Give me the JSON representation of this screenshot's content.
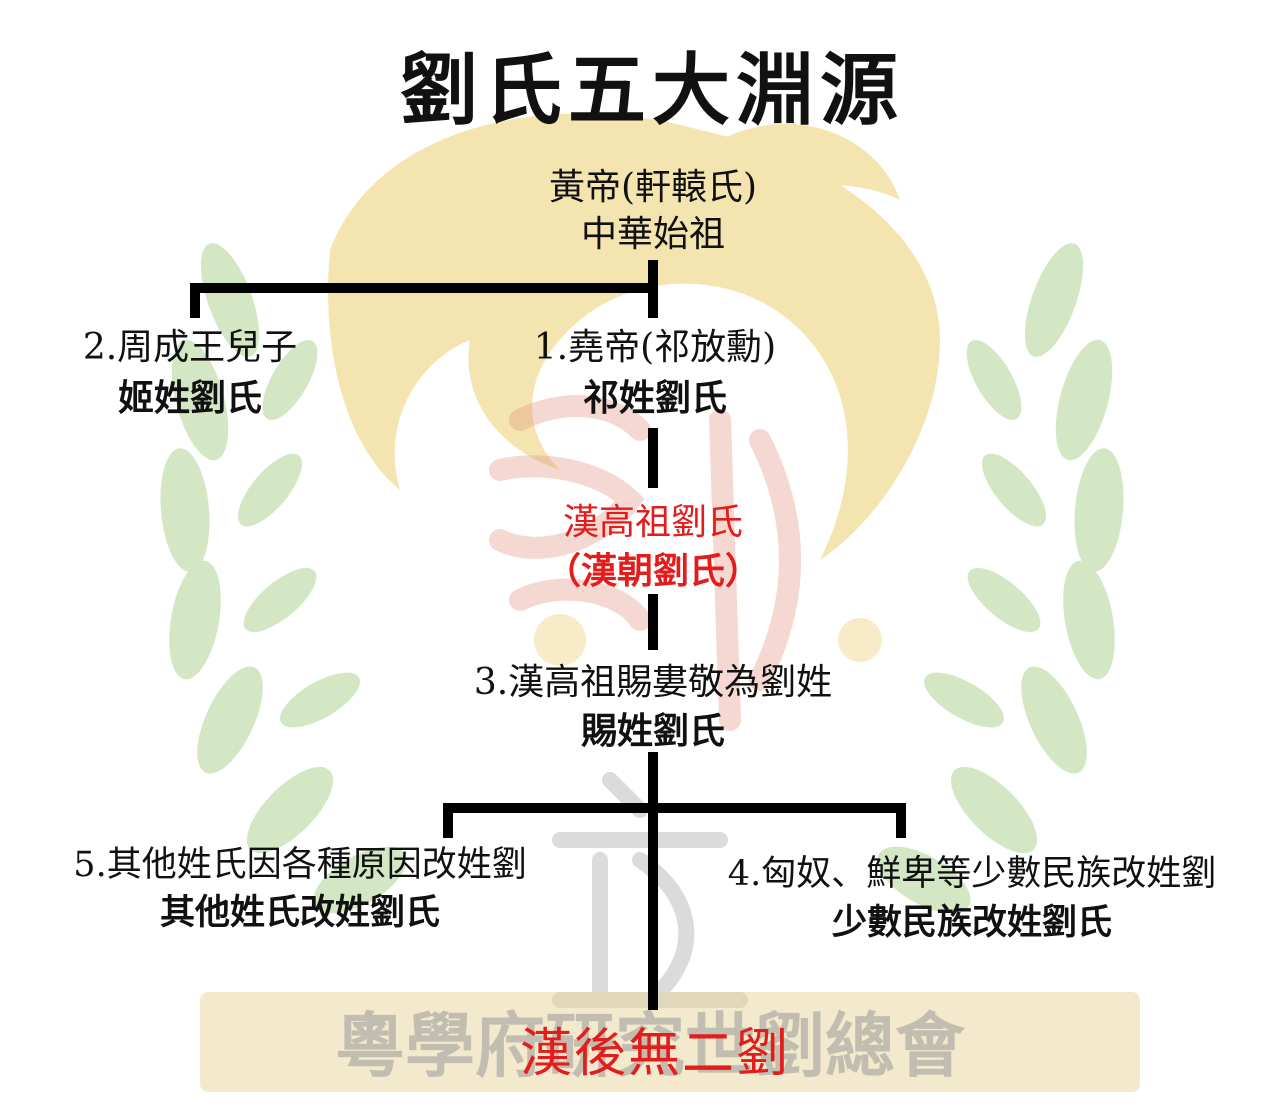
{
  "title": "劉氏五大淵源",
  "root": {
    "line1": "黃帝(軒轅氏)",
    "line2": "中華始祖"
  },
  "branch1": {
    "line1": "1.堯帝(祁放勳)",
    "line2": "祁姓劉氏"
  },
  "branch2": {
    "line1": "2.周成王兒子",
    "line2": "姬姓劉氏"
  },
  "han": {
    "line1": "漢高祖劉氏",
    "line2": "（漢朝劉氏）"
  },
  "branch3": {
    "line1": "3.漢高祖賜婁敬為劉姓",
    "line2": "賜姓劉氏"
  },
  "branch4": {
    "line1": "4.匈奴、鮮卑等少數民族改姓劉",
    "line2": "少數民族改姓劉氏"
  },
  "branch5": {
    "line1": "5.其他姓氏因各種原因改姓劉",
    "line2": "其他姓氏改姓劉氏"
  },
  "footer": "漢後無二劉",
  "watermark": {
    "banner_text": "粵學府研究世劉總會"
  },
  "colors": {
    "red": "#e31c1c",
    "line": "#000000",
    "laurel": "#a9cf8a",
    "dragon": "#e3c24a",
    "seal": "#e39c8c"
  }
}
